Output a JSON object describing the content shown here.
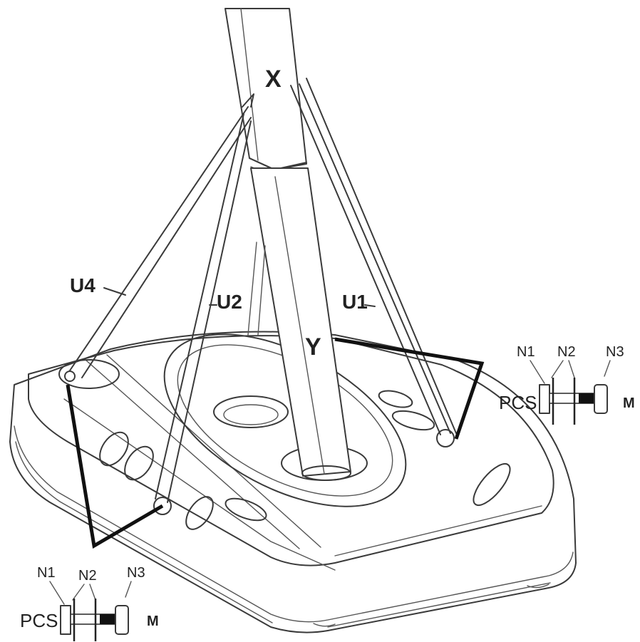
{
  "labels": {
    "pole_upper": "X",
    "pole_lower": "Y",
    "brace_u1": "U1",
    "brace_u2": "U2",
    "brace_u4": "U4"
  },
  "callout_right": {
    "n1": "N1",
    "n2": "N2",
    "n3": "N3",
    "pcs": "PCS",
    "m": "M"
  },
  "callout_left": {
    "n1": "N1",
    "n2": "N2",
    "n3": "N3",
    "pcs": "PCS",
    "m": "M"
  }
}
